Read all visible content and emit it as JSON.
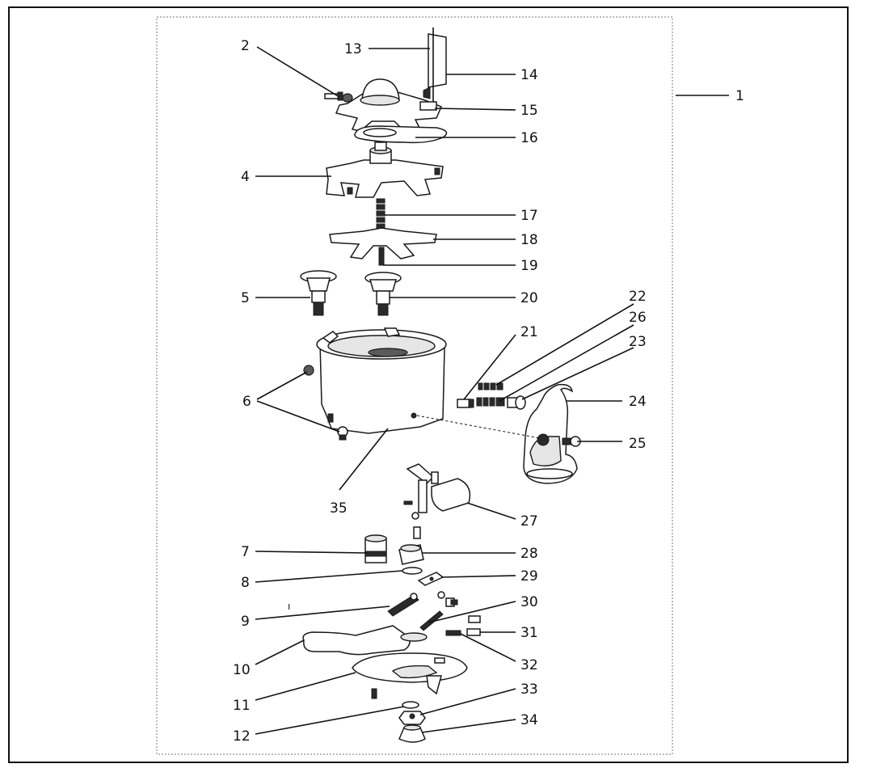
{
  "diagram": {
    "callouts": [
      {
        "id": "c1",
        "text": "1"
      },
      {
        "id": "c2",
        "text": "2"
      },
      {
        "id": "c4",
        "text": "4"
      },
      {
        "id": "c5",
        "text": "5"
      },
      {
        "id": "c6",
        "text": "6"
      },
      {
        "id": "c7",
        "text": "7"
      },
      {
        "id": "c8",
        "text": "8"
      },
      {
        "id": "c9",
        "text": "9"
      },
      {
        "id": "c10",
        "text": "10"
      },
      {
        "id": "c11",
        "text": "11"
      },
      {
        "id": "c12",
        "text": "12"
      },
      {
        "id": "c13",
        "text": "13"
      },
      {
        "id": "c14",
        "text": "14"
      },
      {
        "id": "c15",
        "text": "15"
      },
      {
        "id": "c16",
        "text": "16"
      },
      {
        "id": "c17",
        "text": "17"
      },
      {
        "id": "c18",
        "text": "18"
      },
      {
        "id": "c19",
        "text": "19"
      },
      {
        "id": "c20",
        "text": "20"
      },
      {
        "id": "c21",
        "text": "21"
      },
      {
        "id": "c22",
        "text": "22"
      },
      {
        "id": "c23",
        "text": "23"
      },
      {
        "id": "c24",
        "text": "24"
      },
      {
        "id": "c25",
        "text": "25"
      },
      {
        "id": "c26",
        "text": "26"
      },
      {
        "id": "c27",
        "text": "27"
      },
      {
        "id": "c28",
        "text": "28"
      },
      {
        "id": "c29",
        "text": "29"
      },
      {
        "id": "c30",
        "text": "30"
      },
      {
        "id": "c31",
        "text": "31"
      },
      {
        "id": "c32",
        "text": "32"
      },
      {
        "id": "c33",
        "text": "33"
      },
      {
        "id": "c34",
        "text": "34"
      },
      {
        "id": "c35",
        "text": "35"
      }
    ],
    "stray_mark": "ı"
  }
}
